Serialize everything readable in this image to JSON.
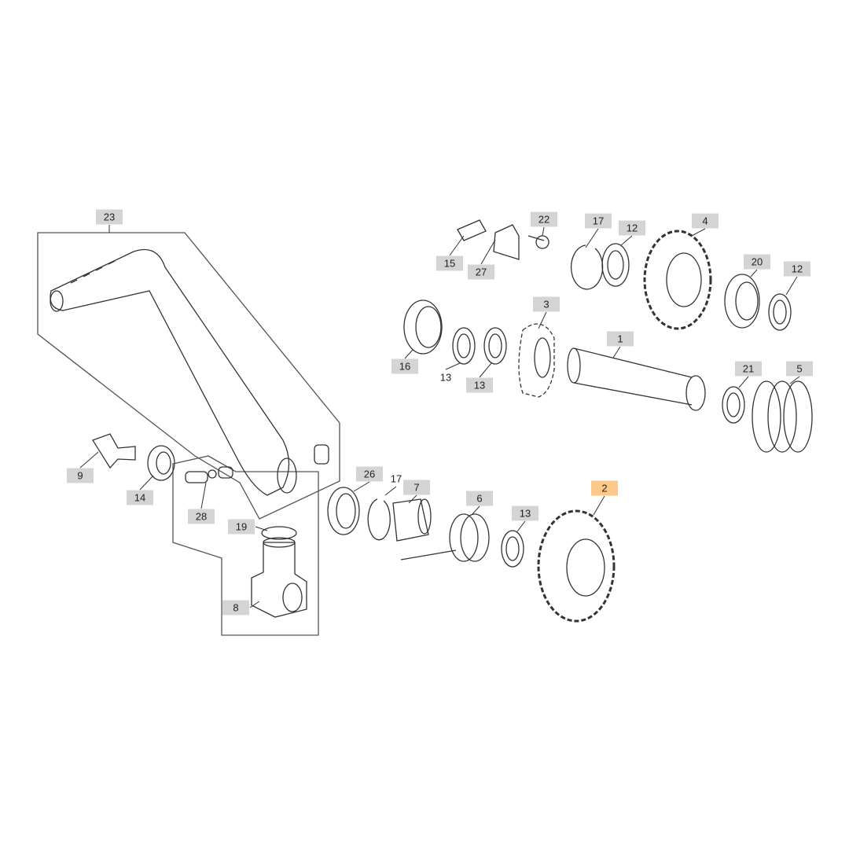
{
  "diagram": {
    "type": "exploded-parts-diagram",
    "highlighted_part": "2",
    "colors": {
      "label_bg": "#d4d4d4",
      "highlight_bg": "#fcc98a",
      "line": "#333333"
    },
    "labels": {
      "p23": "23",
      "p15": "15",
      "p27": "27",
      "p22": "22",
      "p17a": "17",
      "p12a": "12",
      "p4": "4",
      "p20": "20",
      "p12b": "12",
      "p3": "3",
      "p1": "1",
      "p16": "16",
      "p13a": "13",
      "p13b": "13",
      "p21": "21",
      "p5": "5",
      "p9": "9",
      "p14": "14",
      "p28": "28",
      "p26": "26",
      "p17b": "17",
      "p7": "7",
      "p6": "6",
      "p13c": "13",
      "p2": "2",
      "p19": "19",
      "p8": "8"
    }
  }
}
